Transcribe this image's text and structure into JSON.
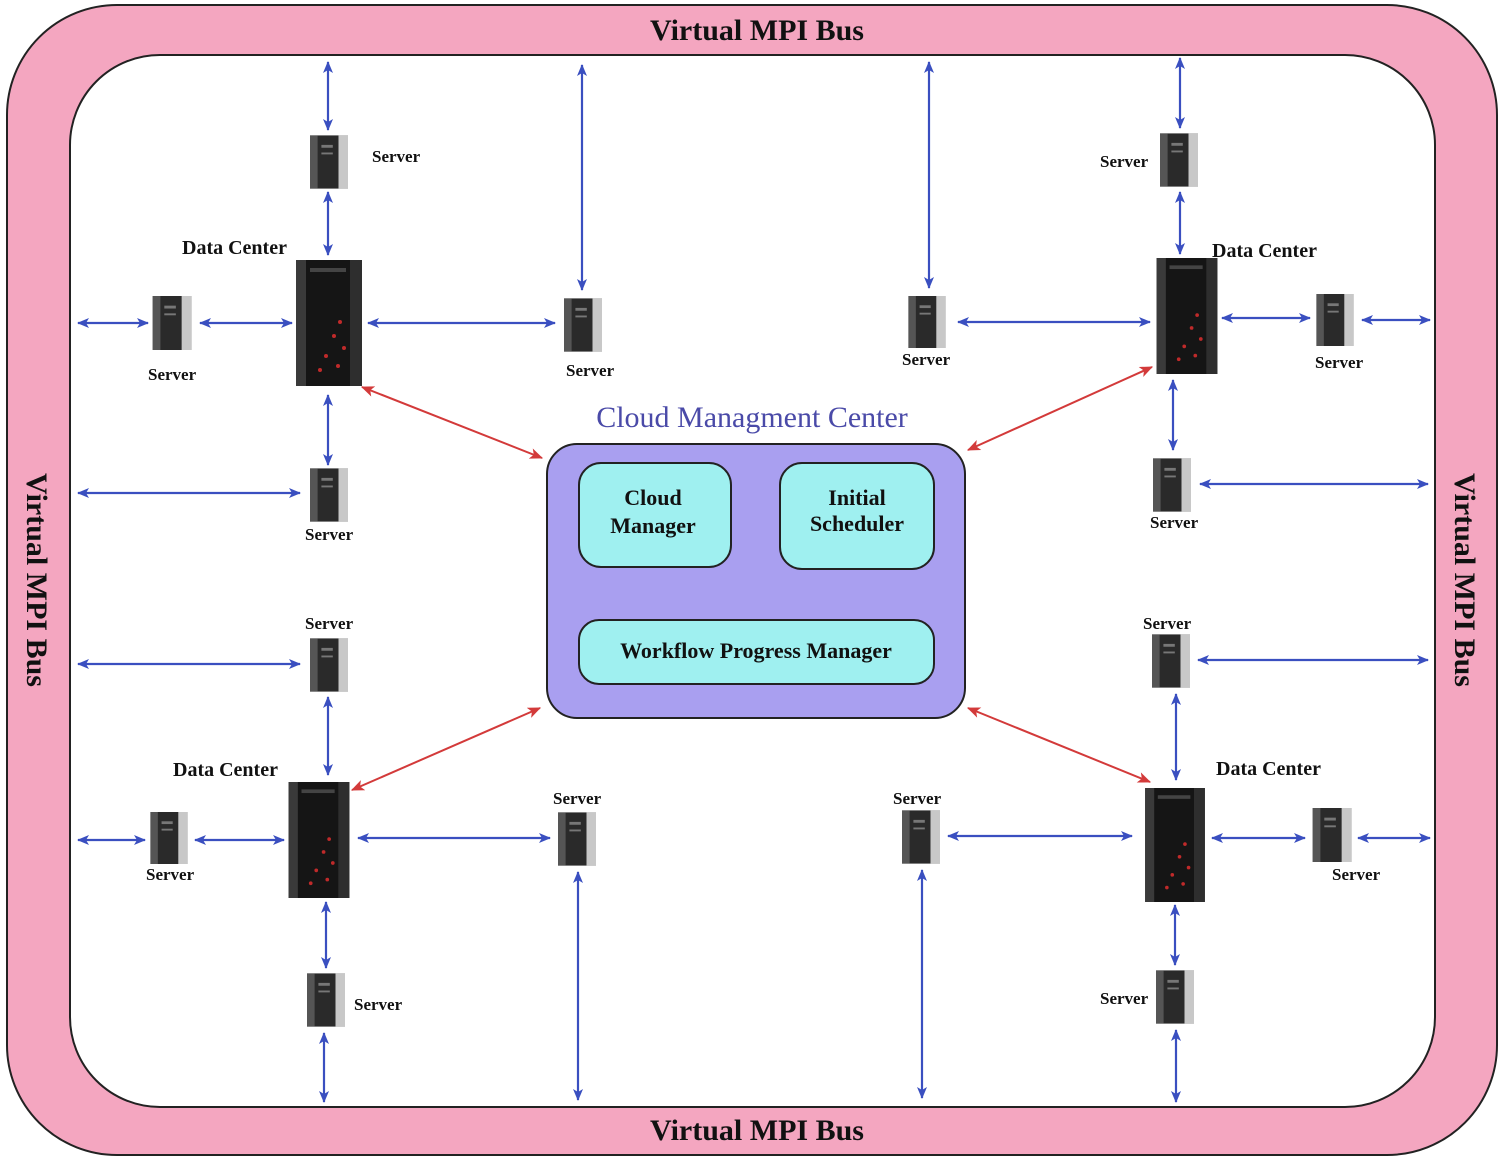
{
  "bus": {
    "top_label": "Virtual MPI Bus",
    "bottom_label": "Virtual MPI Bus",
    "left_label": "Virtual MPI Bus",
    "right_label": "Virtual MPI Bus",
    "ring_color": "#f4a6c0"
  },
  "center": {
    "title": "Cloud Managment Center",
    "box_color": "#a99ff0",
    "module_color": "#9ff0f0",
    "cloud_manager_line1": "Cloud",
    "cloud_manager_line2": "Manager",
    "initial_scheduler_line1": "Initial",
    "initial_scheduler_line2": "Scheduler",
    "workflow_manager": "Workflow Progress Manager"
  },
  "clusters": {
    "top_left": {
      "data_center": "Data Center",
      "server_top": "Server",
      "server_left": "Server",
      "server_right": "Server",
      "server_bottom": "Server"
    },
    "top_right": {
      "data_center": "Data Center",
      "server_top": "Server",
      "server_left": "Server",
      "server_right": "Server",
      "server_bottom": "Server"
    },
    "bottom_left": {
      "data_center": "Data Center",
      "server_top": "Server",
      "server_left": "Server",
      "server_right": "Server",
      "server_bottom": "Server"
    },
    "bottom_right": {
      "data_center": "Data Center",
      "server_top": "Server",
      "server_left": "Server",
      "server_right": "Server",
      "server_bottom": "Server"
    }
  },
  "arrow_colors": {
    "bus_link": "#3a4fc0",
    "management_link": "#d33a3a"
  }
}
